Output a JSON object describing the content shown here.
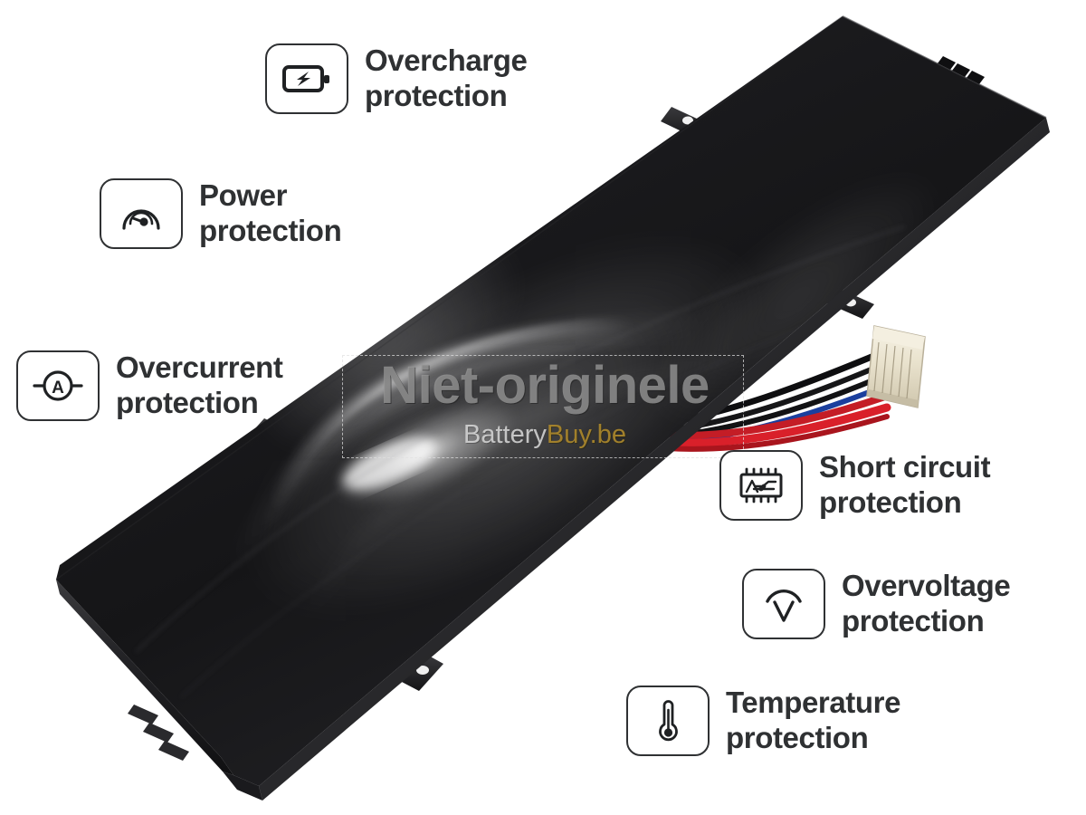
{
  "watermark": {
    "main_text": "Niet-originele",
    "sub_text_light": "Battery",
    "sub_text_gold": "Buy.be",
    "main_color": "#969696",
    "light_color": "#d6d6d6",
    "gold_color": "#a8852c"
  },
  "product": {
    "type": "laptop-battery-pack",
    "body_color": "#1d1d1f",
    "connector_color": "#e8e2d2",
    "wire_colors": [
      "#111111",
      "#1b3f9e",
      "#d9202a"
    ]
  },
  "features": [
    {
      "id": "overcharge",
      "icon": "battery-bolt-icon",
      "line1": "Overcharge",
      "line2": "protection"
    },
    {
      "id": "power",
      "icon": "gauge-icon",
      "line1": "Power",
      "line2": "protection"
    },
    {
      "id": "overcurrent",
      "icon": "ammeter-icon",
      "line1": "Overcurrent",
      "line2": "protection"
    },
    {
      "id": "short-circuit",
      "icon": "chip-circuit-icon",
      "line1": "Short circuit",
      "line2": "protection"
    },
    {
      "id": "overvoltage",
      "icon": "voltage-arc-icon",
      "line1": "Overvoltage",
      "line2": "protection"
    },
    {
      "id": "temperature",
      "icon": "thermometer-icon",
      "line1": "Temperature",
      "line2": "protection"
    }
  ],
  "theme": {
    "text_color": "#2f3133",
    "badge_border": "#2f3133",
    "background": "#ffffff"
  }
}
